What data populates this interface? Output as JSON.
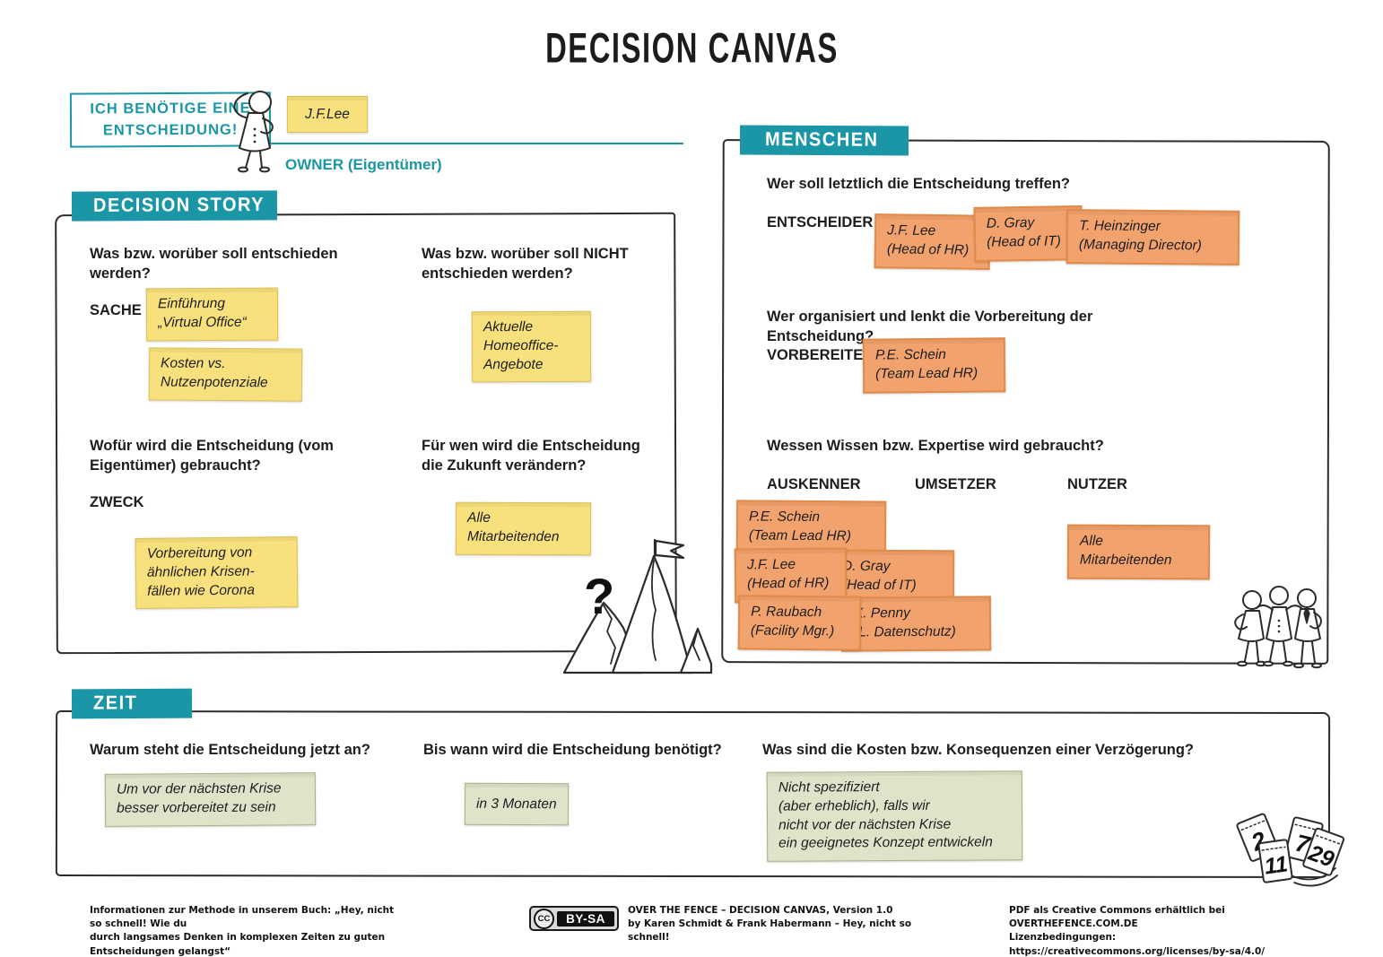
{
  "title": "DECISION CANVAS",
  "colors": {
    "teal": "#1b96a6",
    "yellow": "#f8e17c",
    "orange": "#f2a36d",
    "green": "#e0e3ca",
    "ink": "#1d1d1d"
  },
  "owner": {
    "speech": "ICH BENÖTIGE EINE\nENTSCHEIDUNG!",
    "sticky": "J.F.Lee",
    "role_label": "OWNER (Eigentümer)"
  },
  "decision_story": {
    "header": "DECISION STORY",
    "q_what": "Was bzw. worüber soll entschieden werden?",
    "sache_label": "SACHE",
    "sache_note_1": "Einführung\n„Virtual Office“",
    "sache_note_2": "Kosten vs.\nNutzenpotenziale",
    "q_not": "Was bzw. worüber soll NICHT entschieden werden?",
    "not_note": "Aktuelle\nHomeoffice-\nAngebote",
    "q_zweck": "Wofür wird die Entscheidung (vom Eigentümer) gebraucht?",
    "zweck_label": "ZWECK",
    "zweck_note": "Vorbereitung von\nähnlichen Krisen-\nfällen wie Corona",
    "q_wen": "Für wen wird die Entscheidung die Zukunft verändern?",
    "wen_note": "Alle\nMitarbeitenden"
  },
  "menschen": {
    "header": "MENSCHEN",
    "q_treffen": "Wer soll letztlich die Entscheidung treffen?",
    "entscheider_label": "ENTSCHEIDER",
    "entscheider_1": "J.F. Lee\n(Head of HR)",
    "entscheider_2": "D. Gray\n(Head of IT)",
    "entscheider_3": "T. Heinzinger\n(Managing Director)",
    "q_vorbereitung": "Wer organisiert und lenkt die Vorbereitung der Entscheidung?",
    "vorbereiter_label": "VORBEREITER",
    "vorbereiter_note": "P.E. Schein\n(Team Lead HR)",
    "q_expertise": "Wessen Wissen bzw. Expertise wird gebraucht?",
    "auskenner_label": "AUSKENNER",
    "umsetzer_label": "UMSETZER",
    "nutzer_label": "NUTZER",
    "expertise_1": "P.E. Schein\n(Team Lead HR)",
    "expertise_2": "J.F. Lee\n(Head of HR)",
    "expertise_3": "D. Gray\n(Head of IT)",
    "expertise_4": "P. Raubach\n(Facility Mgr.)",
    "expertise_5": "K. Penny\n(L. Datenschutz)",
    "nutzer_note": "Alle\nMitarbeitenden"
  },
  "zeit": {
    "header": "ZEIT",
    "q_warum": "Warum steht die Entscheidung jetzt an?",
    "warum_note": "Um vor der nächsten Krise\nbesser vorbereitet zu sein",
    "q_bis": "Bis wann wird die Entscheidung benötigt?",
    "bis_note": "in 3 Monaten",
    "q_kosten": "Was sind die Kosten bzw. Konsequenzen einer Verzögerung?",
    "kosten_note": "Nicht spezifiziert\n(aber erheblich), falls wir\nnicht vor der nächsten Krise\nein geeignetes Konzept entwickeln"
  },
  "decorations": {
    "question_mark": "?"
  },
  "calendar": {
    "numbers": [
      "2",
      "11",
      "7",
      "29"
    ]
  },
  "footer": {
    "left": "Informationen zur Methode in unserem Buch: „Hey, nicht so schnell! Wie du\ndurch langsames Denken in komplexen Zeiten zu guten Entscheidungen gelangst“",
    "cc": "CC",
    "bysa": "BY-SA",
    "center": "OVER THE FENCE – DECISION CANVAS, Version 1.0\nby Karen Schmidt & Frank Habermann – Hey, nicht so schnell!",
    "right": "PDF als Creative Commons erhältlich bei OVERTHEFENCE.COM.DE\nLizenzbedingungen: https://creativecommons.org/licenses/by-sa/4.0/"
  }
}
